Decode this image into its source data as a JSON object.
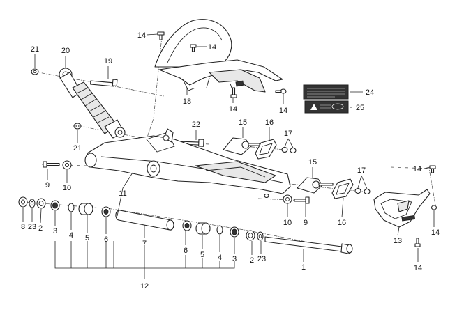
{
  "diagram": {
    "callouts": {
      "c21a": "21",
      "c20": "20",
      "c19": "19",
      "c14a": "14",
      "c14b": "14",
      "c18": "18",
      "c14c": "14",
      "c14d": "14",
      "c24": "24",
      "c25": "25",
      "c21b": "21",
      "c22": "22",
      "c15a": "15",
      "c16a": "16",
      "c17a": "17",
      "c9a": "9",
      "c10a": "10",
      "c11": "11",
      "c15b": "15",
      "c17b": "17",
      "c14e": "14",
      "c8": "8",
      "c23a": "23",
      "c2a": "2",
      "c3a": "3",
      "c4a": "4",
      "c5a": "5",
      "c6a": "6",
      "c7": "7",
      "c6b": "6",
      "c5b": "5",
      "c4b": "4",
      "c3b": "3",
      "c2b": "2",
      "c23b": "23",
      "c10b": "10",
      "c9b": "9",
      "c16b": "16",
      "c1": "1",
      "c13": "13",
      "c14f": "14",
      "c14g": "14",
      "c12": "12"
    }
  }
}
